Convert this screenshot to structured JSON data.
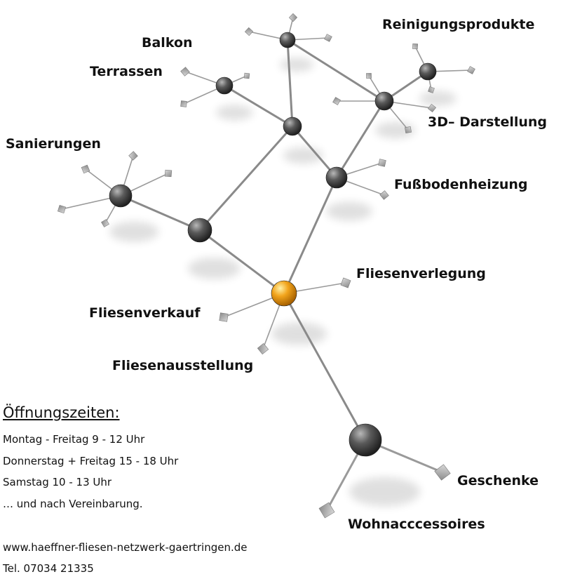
{
  "nodes": [
    {
      "name": "hub-top-center"
    },
    {
      "name": "hub-reinigungsprodukte"
    },
    {
      "name": "hub-3d-darstellung"
    },
    {
      "name": "hub-balkon-terrassen"
    },
    {
      "name": "hub-center"
    },
    {
      "name": "hub-fussbodenheizung"
    },
    {
      "name": "hub-sanierungen"
    },
    {
      "name": "hub-left-mid"
    },
    {
      "name": "hub-fliesen-main"
    },
    {
      "name": "hub-wohnaccessoires"
    }
  ],
  "labels": {
    "balkon": "Balkon",
    "terrassen": "Terrassen",
    "reinigungsprodukte": "Reinigungsprodukte",
    "darstellung_3d": "3D– Darstellung",
    "sanierungen": "Sanierungen",
    "fussbodenheizung": "Fußbodenheizung",
    "fliesenverlegung": "Fliesenverlegung",
    "fliesenverkauf": "Fliesenverkauf",
    "fliesenausstellung": "Fliesenausstellung",
    "geschenke": "Geschenke",
    "wohnaccessoires": "Wohnacccessoires"
  },
  "info": {
    "title": "Öffnungszeiten:",
    "line1": "Montag  -  Freitag   9  - 12 Uhr",
    "line2": "Donnerstag  +  Freitag   15  - 18 Uhr",
    "line3": "Samstag  10  -  13 Uhr",
    "line4": "… und nach Vereinbarung.",
    "website": "www.haeffner-fliesen-netzwerk-gaertringen.de",
    "phone": "Tel. 07034  21335"
  },
  "colors": {
    "node_gray": "#4a4a4a",
    "node_highlight": "#f0a020",
    "edge": "#8a8a8a",
    "square": "#a0a0a0"
  }
}
